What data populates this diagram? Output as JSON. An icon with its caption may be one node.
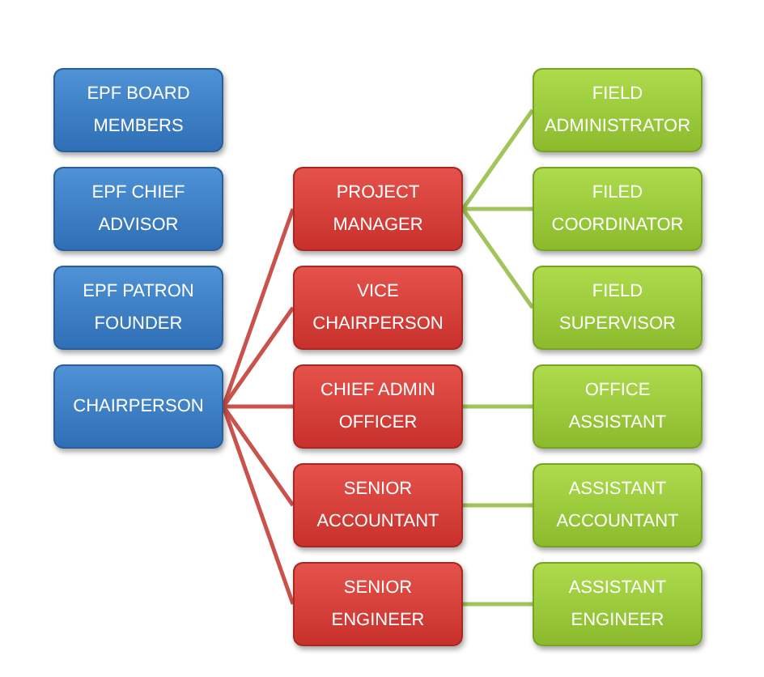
{
  "diagram": {
    "nodes": [
      {
        "text": [
          "EPF BOARD MEMBERS"
        ]
      },
      {
        "text": [
          "EPF CHIEF ADVISOR"
        ]
      },
      {
        "text": [
          "EPF PATRON FOUNDER"
        ]
      },
      {
        "text": [
          "CHAIRPERSON"
        ]
      },
      {
        "text": [
          "PROJECT MANAGER"
        ]
      },
      {
        "text": [
          "VICE CHAIRPERSON"
        ]
      },
      {
        "text": [
          "CHIEF ADMIN OFFICER"
        ]
      },
      {
        "text": [
          "SENIOR ACCOUNTANT"
        ]
      },
      {
        "text": [
          "SENIOR ENGINEER"
        ]
      },
      {
        "text": [
          "FIELD ADMINISTRATOR"
        ]
      },
      {
        "text": [
          "FILED COORDINATOR"
        ]
      },
      {
        "text": [
          "FIELD SUPERVISOR"
        ]
      },
      {
        "text": [
          "OFFICE ASSISTANT"
        ]
      },
      {
        "text": [
          "ASSISTANT ACCOUNTANT"
        ]
      },
      {
        "text": [
          "ASSISTANT ENGINEER"
        ]
      }
    ],
    "edges": [
      {
        "from": 3,
        "to": 4,
        "arrow": "none",
        "color": "#c9524c"
      },
      {
        "from": 3,
        "to": 5,
        "arrow": "none",
        "color": "#c9524c"
      },
      {
        "from": 3,
        "to": 6,
        "arrow": "none",
        "color": "#c9524c"
      },
      {
        "from": 3,
        "to": 7,
        "arrow": "none",
        "color": "#c9524c"
      },
      {
        "from": 3,
        "to": 8,
        "arrow": "none",
        "color": "#c9524c"
      },
      {
        "from": 4,
        "to": 9,
        "arrow": "none"
      },
      {
        "from": 4,
        "to": 10,
        "arrow": "none"
      },
      {
        "from": 4,
        "to": 11,
        "arrow": "none"
      },
      {
        "from": 6,
        "to": 12,
        "arrow": "none"
      },
      {
        "from": 7,
        "to": 13,
        "arrow": "none"
      },
      {
        "from": 8,
        "to": 14,
        "arrow": "none"
      }
    ]
  }
}
